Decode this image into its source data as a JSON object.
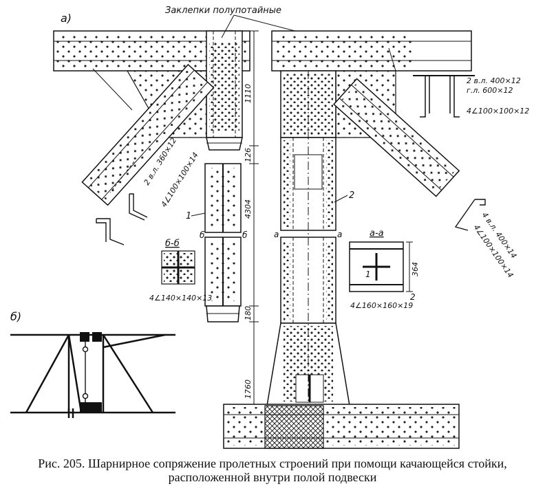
{
  "panel_a_label": "а)",
  "panel_b_label": "б)",
  "rivets_label": "Заклепки полупотайные",
  "dims": {
    "d1110": "1110",
    "d126": "126",
    "d4304": "4304",
    "d180": "180",
    "d1760": "1760",
    "d364": "364"
  },
  "part_labels": {
    "one_left": "1",
    "two_center": "2",
    "one_section": "1",
    "two_section": "2"
  },
  "section_marks": {
    "bb_title": "б-б",
    "b_left": "б",
    "b_right": "б",
    "aa_title": "а-а",
    "a_left": "а",
    "a_right": "а"
  },
  "specs": {
    "left_plate": "2 в.л. 360×12",
    "left_angles": "4∠100×100×14",
    "top_right_1": "2 в.л. 400×12",
    "top_right_2": "г.л. 600×12",
    "top_right_3": "4∠100×100×12",
    "right_plate": "4 в.л. 400×14",
    "right_angles": "4∠100×100×14",
    "bb_angles": "4∠140×140×13",
    "aa_angles": "4∠160×160×19"
  },
  "caption": {
    "line1": "Рис. 205. Шарнирное сопряжение пролетных строений при помощи качающейся стойки,",
    "line2": "расположенной внутри полой подвески"
  }
}
